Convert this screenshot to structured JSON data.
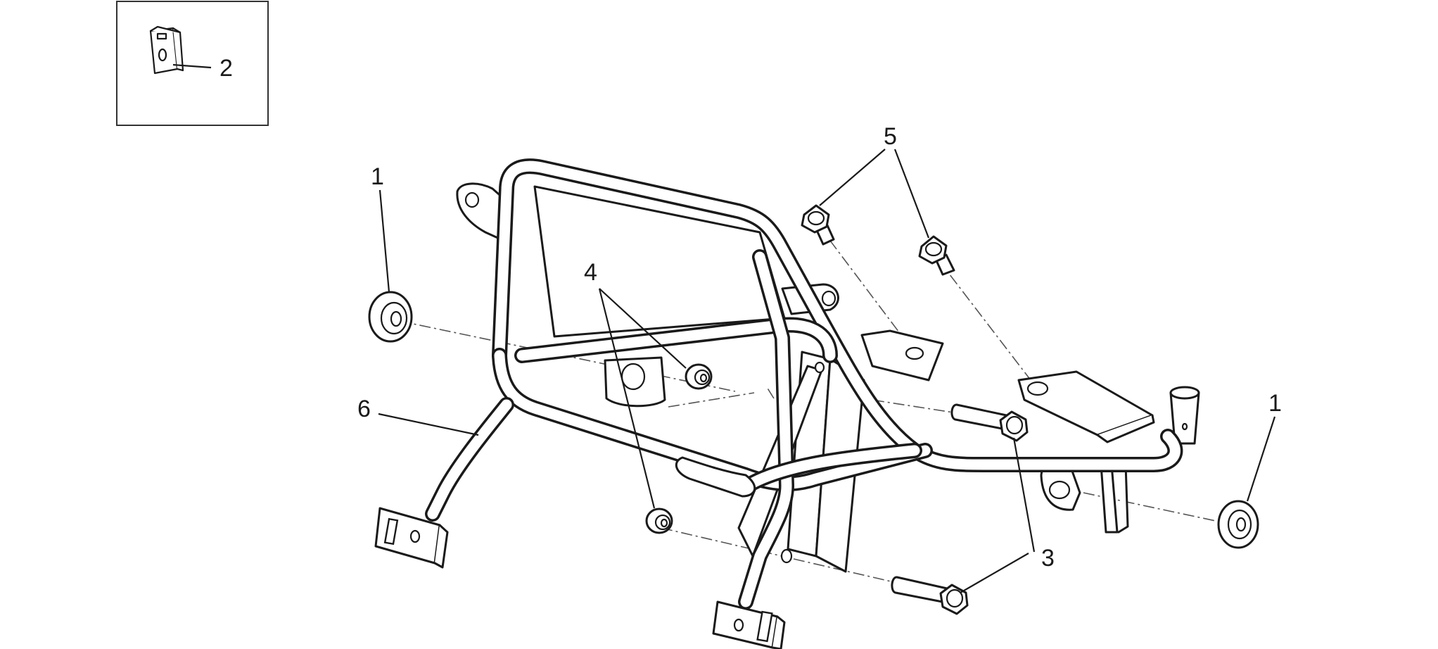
{
  "diagram": {
    "callouts": {
      "inset_clip": "2",
      "grommet_left": "1",
      "grommet_right": "1",
      "bolt_long": "3",
      "spacer": "4",
      "screw_top": "5",
      "frame": "6"
    }
  }
}
